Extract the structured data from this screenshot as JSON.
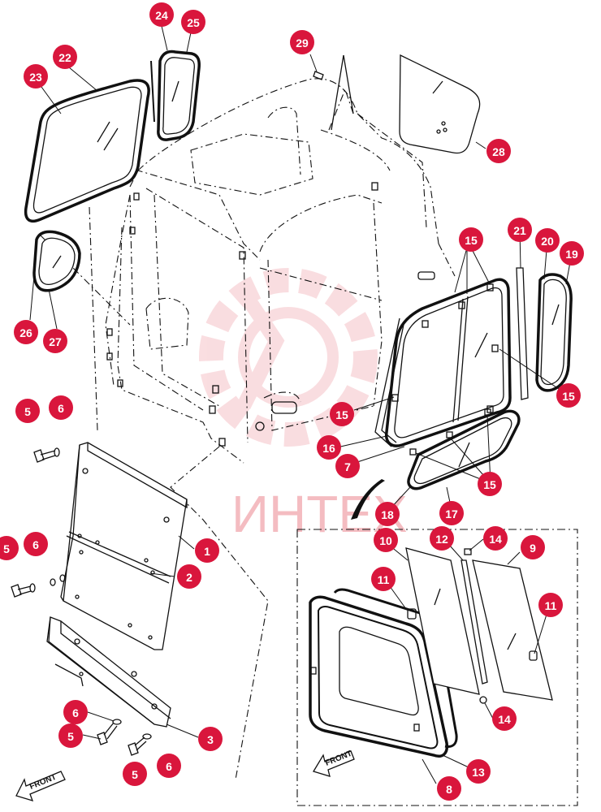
{
  "watermark": {
    "text": "ИНТЕХ",
    "color": "#f0a0a8"
  },
  "accent_color": "#d9163c",
  "front_labels": [
    "FRONT",
    "FRONT"
  ],
  "callouts": [
    {
      "id": "c1",
      "label": "1"
    },
    {
      "id": "c2",
      "label": "2"
    },
    {
      "id": "c3",
      "label": "3"
    },
    {
      "id": "c5a",
      "label": "5"
    },
    {
      "id": "c5b",
      "label": "5"
    },
    {
      "id": "c5c",
      "label": "5"
    },
    {
      "id": "c5d",
      "label": "5"
    },
    {
      "id": "c6a",
      "label": "6"
    },
    {
      "id": "c6b",
      "label": "6"
    },
    {
      "id": "c6c",
      "label": "6"
    },
    {
      "id": "c6d",
      "label": "6"
    },
    {
      "id": "c7",
      "label": "7"
    },
    {
      "id": "c8",
      "label": "8"
    },
    {
      "id": "c9",
      "label": "9"
    },
    {
      "id": "c10",
      "label": "10"
    },
    {
      "id": "c11a",
      "label": "11"
    },
    {
      "id": "c11b",
      "label": "11"
    },
    {
      "id": "c12",
      "label": "12"
    },
    {
      "id": "c13",
      "label": "13"
    },
    {
      "id": "c14a",
      "label": "14"
    },
    {
      "id": "c14b",
      "label": "14"
    },
    {
      "id": "c15a",
      "label": "15"
    },
    {
      "id": "c15b",
      "label": "15"
    },
    {
      "id": "c15c",
      "label": "15"
    },
    {
      "id": "c15d",
      "label": "15"
    },
    {
      "id": "c16",
      "label": "16"
    },
    {
      "id": "c17",
      "label": "17"
    },
    {
      "id": "c18",
      "label": "18"
    },
    {
      "id": "c19",
      "label": "19"
    },
    {
      "id": "c20",
      "label": "20"
    },
    {
      "id": "c21",
      "label": "21"
    },
    {
      "id": "c22",
      "label": "22"
    },
    {
      "id": "c23",
      "label": "23"
    },
    {
      "id": "c24",
      "label": "24"
    },
    {
      "id": "c25",
      "label": "25"
    },
    {
      "id": "c26",
      "label": "26"
    },
    {
      "id": "c27",
      "label": "27"
    },
    {
      "id": "c28",
      "label": "28"
    },
    {
      "id": "c29",
      "label": "29"
    }
  ]
}
